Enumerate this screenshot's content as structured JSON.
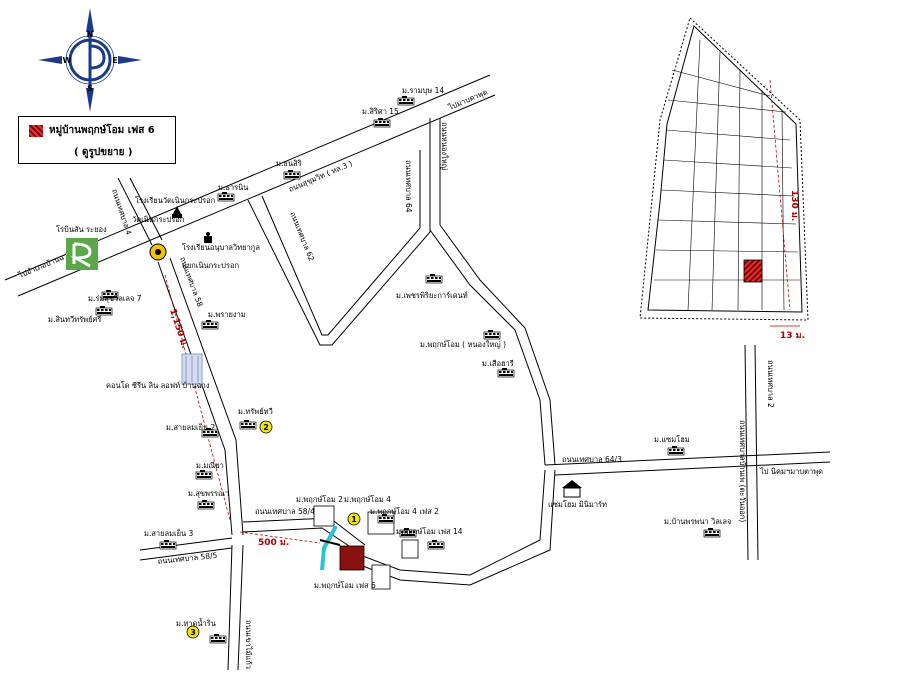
{
  "legend": {
    "title": "หมู่บ้านพฤกษ์โอม เฟส 6",
    "subtitle": "( ดูรูปขยาย )",
    "swatch_color": "#a01010"
  },
  "compass": {
    "n": "N",
    "s": "S",
    "e": "E",
    "w": "W"
  },
  "roads": {
    "sukhumvit": "ถนนสุขุมวิท ( ทล.3 )",
    "to_ban_chang": "ไปอำเภอบ้านฉาง",
    "to_map_ta_phut": "ไปมาบตาพุด",
    "r58": "ถนนเทศบาล 58",
    "r62": "ถนนเทศบาล 62",
    "r64": "ถนนเทศบาล 64",
    "r4": "ถนนเทศบาล 4",
    "nong_yai": "ถนนหนองใหญ่",
    "r58_4": "ถนนเทศบาล 58/4",
    "r58_5": "ถนนเทศบาล 58/5",
    "r64_3": "ถนนเทศบาล 64/3",
    "to_nikhom": "ไป นิคมฯมาบตาพุด",
    "right_vertical": "ถนนเทศบาลบ้านเพ (ตะวันออก)",
    "khao_rin": "ถนนเขาไม้แก้ว",
    "ban_phe_2": "ถนนเทศบาล 2"
  },
  "distances": {
    "d1": "1,150 ม.",
    "d2": "500 ม.",
    "d3": "130 ม.",
    "d4": "13 ม."
  },
  "landmarks": [
    "ม.รามบุษ 14",
    "ม.สิริศา 15",
    "ม.ธนสิริ",
    "ม.ธารนิน",
    "โรงเรียนวัดเนินกระปรอก",
    "วัดเนินกระปรอก",
    "โรงเรียนอนุบาลวิทยากูล",
    "แยกเนินกระปรอก",
    "โรบินสัน ระยอง",
    "ม.ร่มสุขวิลเลจ 7",
    "ม.สินทวีทรัพย์ศรี",
    "คอนโด ซีรีน ลิน ลอฟท์ บ้านฉาง",
    "ม.เพชรพิริยะการ์เดนท์",
    "ม.พฤกษ์โอม ( หนองใหญ่ )",
    "ม.เสือฮารี",
    "ม.พรายงาม",
    "ม.ทรัพย์ทวี",
    "ม.สายลมเย็น 2",
    "ม.มณียา",
    "ม.สุขพรรณา",
    "ม.สายลมเย็น 3",
    "ม.พฤกษ์โอม 2",
    "ม.พฤกษ์โอม 4",
    "ม.พฤกษ์โอม 4 เฟส 2",
    "ม.พฤกษ์โอม เฟส 14",
    "ม.พฤกษ์โอม เฟส 6",
    "ม.หาดน้ำริน",
    "ม.แซมโฮม",
    "แซมโฮม มินิมาร์ท",
    "ม.บ้านพรพนา วิลเลจ"
  ],
  "numbers": [
    "1",
    "2",
    "3"
  ],
  "colors": {
    "plot": "#a01010",
    "distance": "#c00000",
    "canal": "#29c4d4",
    "pin": "#f2e600"
  }
}
